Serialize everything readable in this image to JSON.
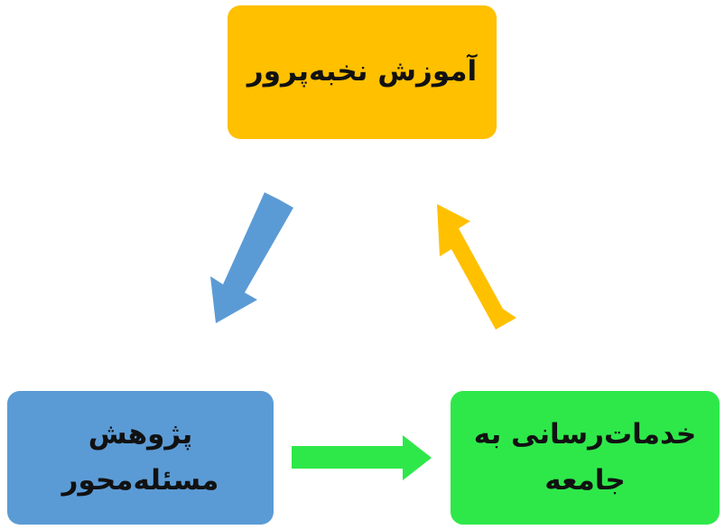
{
  "diagram": {
    "nodes": [
      {
        "id": "top",
        "lines": [
          "آموزش نخبه‌پرور"
        ],
        "color": "#FFC000"
      },
      {
        "id": "left",
        "lines": [
          "پژوهش",
          "مسئله‌محور"
        ],
        "color": "#5B9BD5"
      },
      {
        "id": "right",
        "lines": [
          "خدمات‌رسانی به",
          "جامعه"
        ],
        "color": "#2EE84A"
      }
    ],
    "edges": [
      {
        "from": "top",
        "to": "left",
        "color": "#5B9BD5"
      },
      {
        "from": "left",
        "to": "right",
        "color": "#2EE84A"
      },
      {
        "from": "right",
        "to": "top",
        "color": "#FFC000"
      }
    ]
  }
}
